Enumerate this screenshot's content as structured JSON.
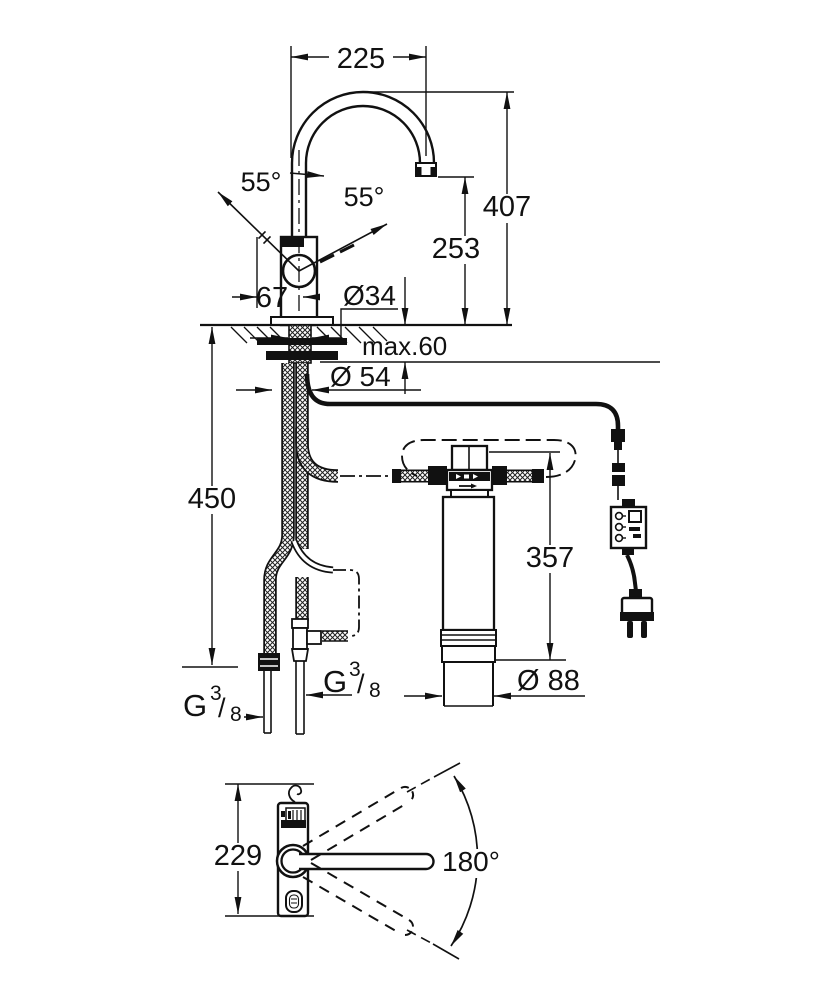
{
  "colors": {
    "line": "#111111",
    "background": "#ffffff"
  },
  "front_view": {
    "spout_reach": "225",
    "lever_angle_left": "55°",
    "lever_angle_right": "55°",
    "height_total": "407",
    "height_outlet": "253",
    "lever_offset": "67",
    "body_diameter": "Ø34",
    "max_counter_thickness": "max.60",
    "hole_diameter": "Ø 54",
    "hose_length_below": "450",
    "filter_height": "357",
    "filter_diameter": "Ø 88",
    "thread_left": {
      "prefix": "G",
      "numerator": "3",
      "slash": "/",
      "denominator": "8"
    },
    "thread_right": {
      "prefix": "G",
      "numerator": "3",
      "slash": "/",
      "denominator": "8"
    }
  },
  "top_view": {
    "base_height": "229",
    "swivel_angle": "180°"
  }
}
